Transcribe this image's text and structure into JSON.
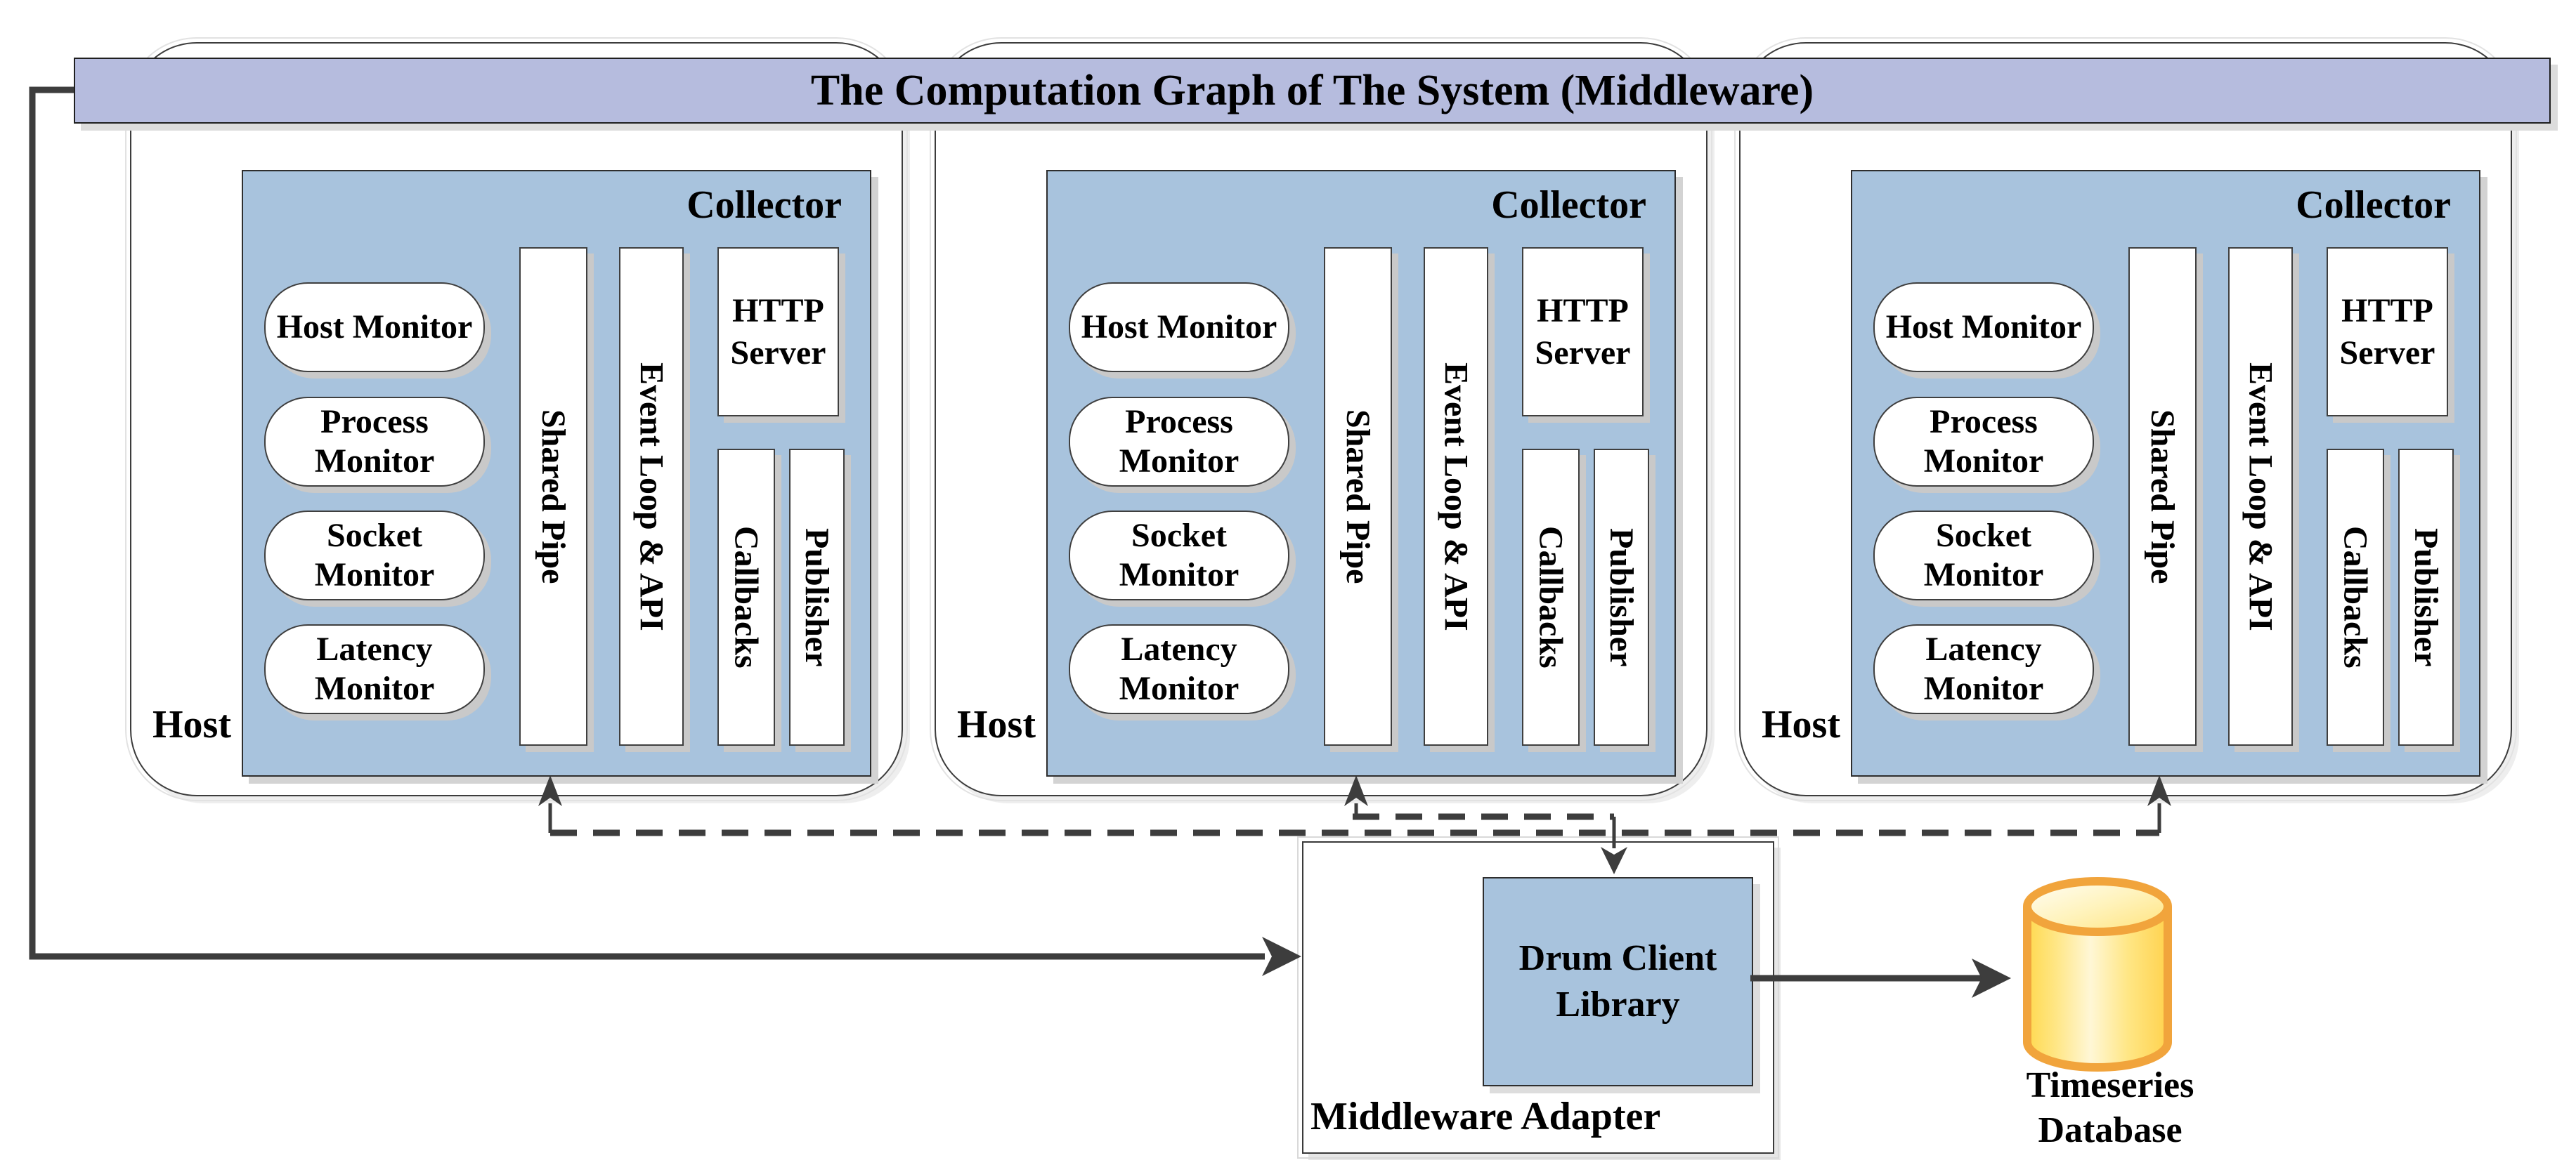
{
  "title": "The Computation Graph of The System (Middleware)",
  "hosts": [
    {
      "label": "Host",
      "collector": {
        "label": "Collector",
        "monitors": [
          "Host Monitor",
          "Process Monitor",
          "Socket Monitor",
          "Latency Monitor"
        ],
        "shared_pipe": "Shared Pipe",
        "event_loop": "Event Loop & API",
        "http_server": "HTTP Server",
        "callbacks": "Callbacks",
        "publisher": "Publisher"
      }
    },
    {
      "label": "Host",
      "collector": {
        "label": "Collector",
        "monitors": [
          "Host Monitor",
          "Process Monitor",
          "Socket Monitor",
          "Latency Monitor"
        ],
        "shared_pipe": "Shared Pipe",
        "event_loop": "Event Loop & API",
        "http_server": "HTTP Server",
        "callbacks": "Callbacks",
        "publisher": "Publisher"
      }
    },
    {
      "label": "Host",
      "collector": {
        "label": "Collector",
        "monitors": [
          "Host Monitor",
          "Process Monitor",
          "Socket Monitor",
          "Latency Monitor"
        ],
        "shared_pipe": "Shared Pipe",
        "event_loop": "Event Loop & API",
        "http_server": "HTTP Server",
        "callbacks": "Callbacks",
        "publisher": "Publisher"
      }
    }
  ],
  "adapter": {
    "label": "Middleware Adapter",
    "drum_label": "Drum Client Library"
  },
  "database": {
    "label": "Timeseries Database"
  },
  "colors": {
    "title_bar": "#b6bcde",
    "node_blue": "#a8c3dd",
    "connector": "#3d3d3d",
    "cylinder_stroke": "#f1a43c",
    "cylinder_fill": "#ffd95e",
    "shadow": "#d3d3d3"
  }
}
